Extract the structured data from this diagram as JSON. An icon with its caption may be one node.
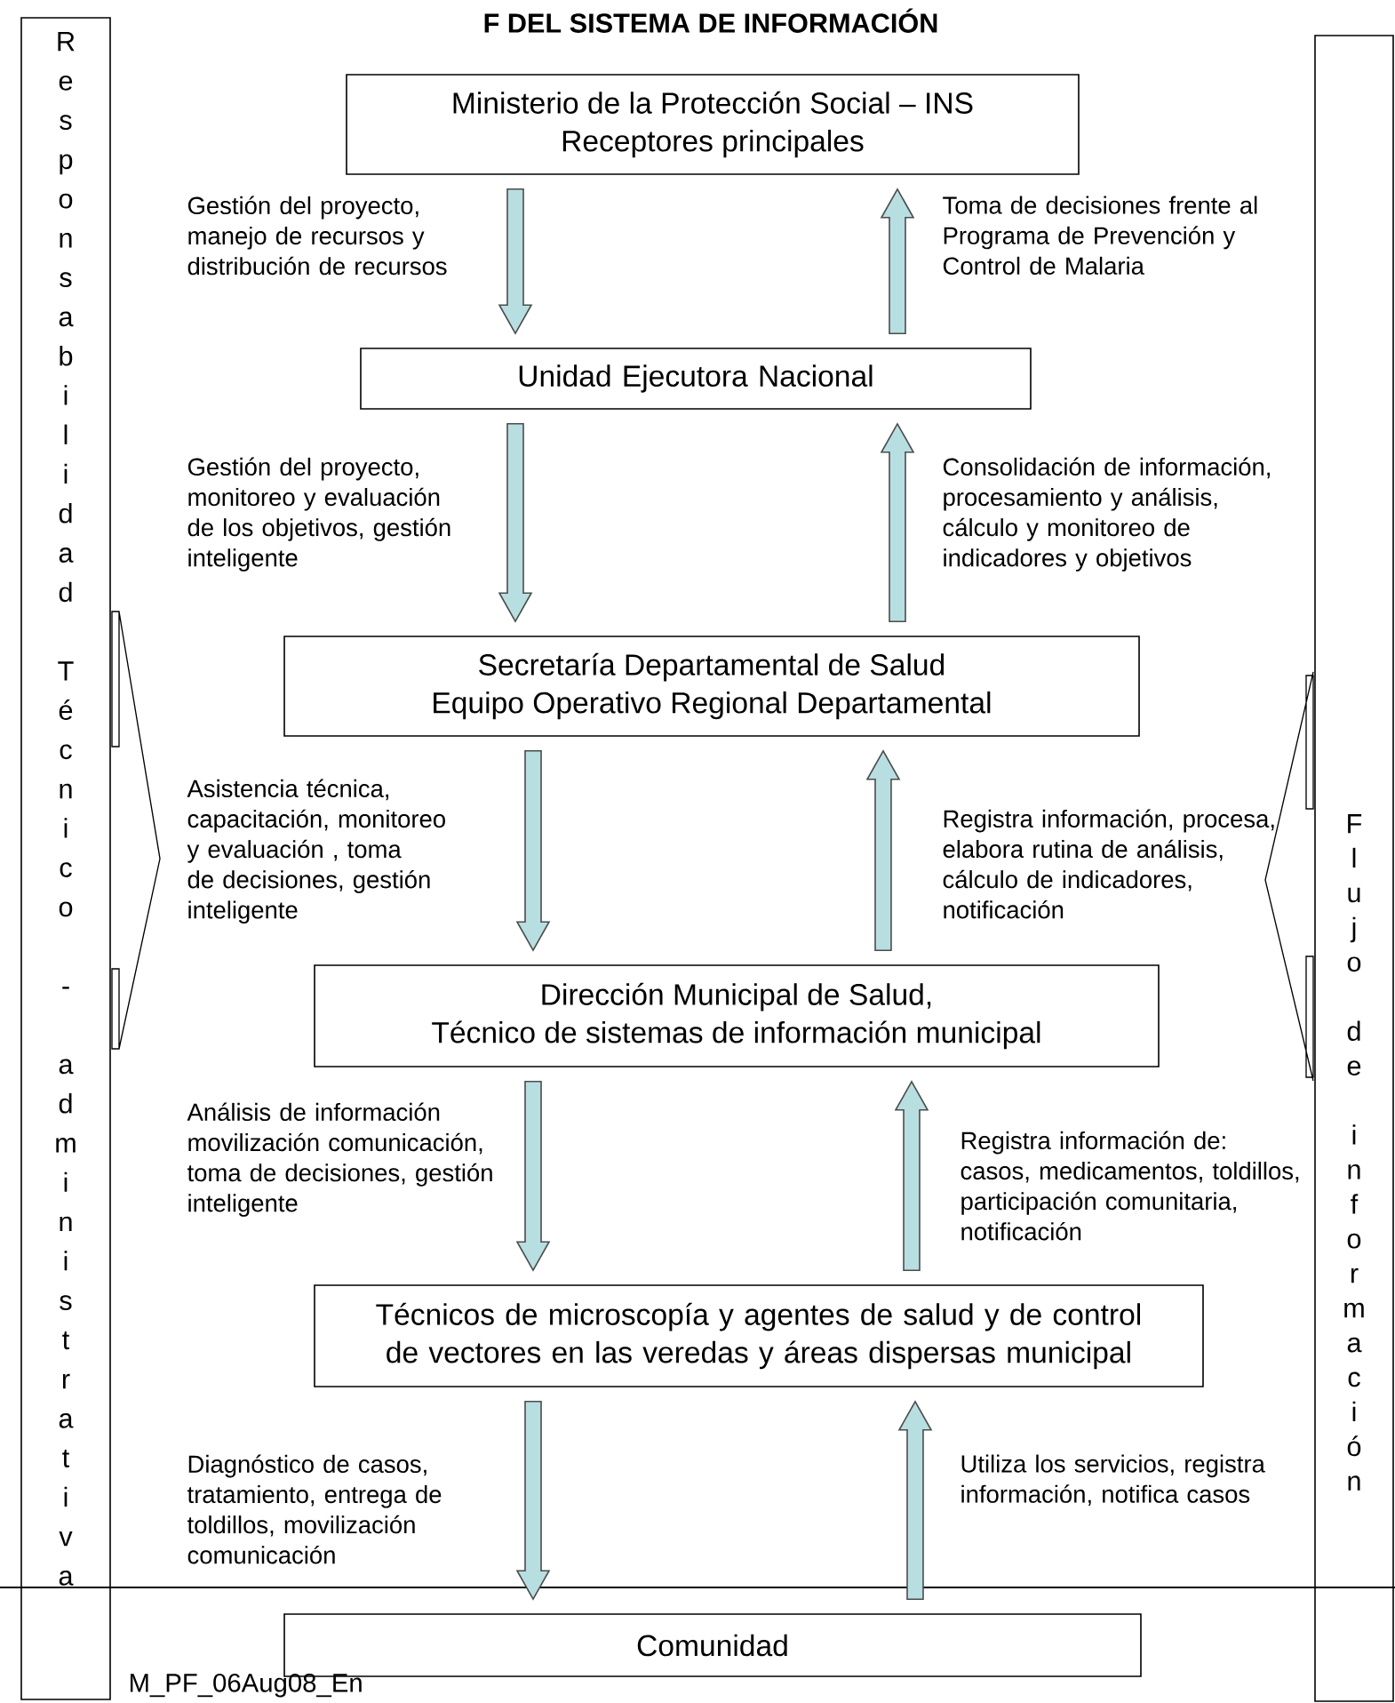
{
  "diagram": {
    "title": "F DEL SISTEMA DE INFORMACIÓN",
    "nodes": [
      {
        "text": [
          "Ministerio de la Protección Social – INS",
          "Receptores principales"
        ]
      },
      {
        "text": [
          "Unidad Ejecutora Nacional"
        ]
      },
      {
        "text": [
          "Secretaría Departamental de Salud",
          "Equipo Operativo Regional Departamental"
        ]
      },
      {
        "text": [
          "Dirección Municipal de Salud,",
          "Técnico de sistemas de información municipal"
        ]
      },
      {
        "text": [
          "Técnicos de microscopía y agentes de salud y de control de vectores en las veredas y áreas dispersas municipal"
        ]
      },
      {
        "text": [
          "Comunidad"
        ]
      },
      {
        "text": [
          "Responsabilidad Técnico - administrativa"
        ]
      },
      {
        "text": [
          "Flujo de información"
        ]
      }
    ],
    "edges": [
      {
        "from": 0,
        "to": 1,
        "arrow": "to",
        "label": "Gestión del proyecto, manejo de recursos y distribución de recursos"
      },
      {
        "from": 1,
        "to": 0,
        "arrow": "to",
        "label": "Toma de decisiones frente al Programa de Prevención y Control de Malaria"
      },
      {
        "from": 1,
        "to": 2,
        "arrow": "to",
        "label": "Gestión del proyecto, monitoreo y evaluación de los objetivos, gestión inteligente"
      },
      {
        "from": 2,
        "to": 1,
        "arrow": "to",
        "label": "Consolidación de información, procesamiento y análisis, cálculo y monitoreo de indicadores y objetivos"
      },
      {
        "from": 2,
        "to": 3,
        "arrow": "to",
        "label": "Asistencia técnica, capacitación, monitoreo y evaluación , toma de decisiones, gestión inteligente"
      },
      {
        "from": 3,
        "to": 2,
        "arrow": "to",
        "label": "Registra información, procesa, elabora rutina de análisis, cálculo de indicadores, notificación"
      },
      {
        "from": 3,
        "to": 4,
        "arrow": "to",
        "label": "Análisis de información movilización comunicación, toma de decisiones, gestión inteligente"
      },
      {
        "from": 4,
        "to": 3,
        "arrow": "to",
        "label": "Registra información de: casos, medicamentos, toldillos, participación comunitaria, notificación"
      },
      {
        "from": 4,
        "to": 5,
        "arrow": "to",
        "label": "Diagnóstico de casos, tratamiento, entrega de toldillos, movilización comunicación"
      },
      {
        "from": 5,
        "to": 4,
        "arrow": "to",
        "label": "Utiliza los servicios, registra información, notifica casos"
      }
    ],
    "labels": [
      "M_PF_06Aug08_En"
    ]
  }
}
